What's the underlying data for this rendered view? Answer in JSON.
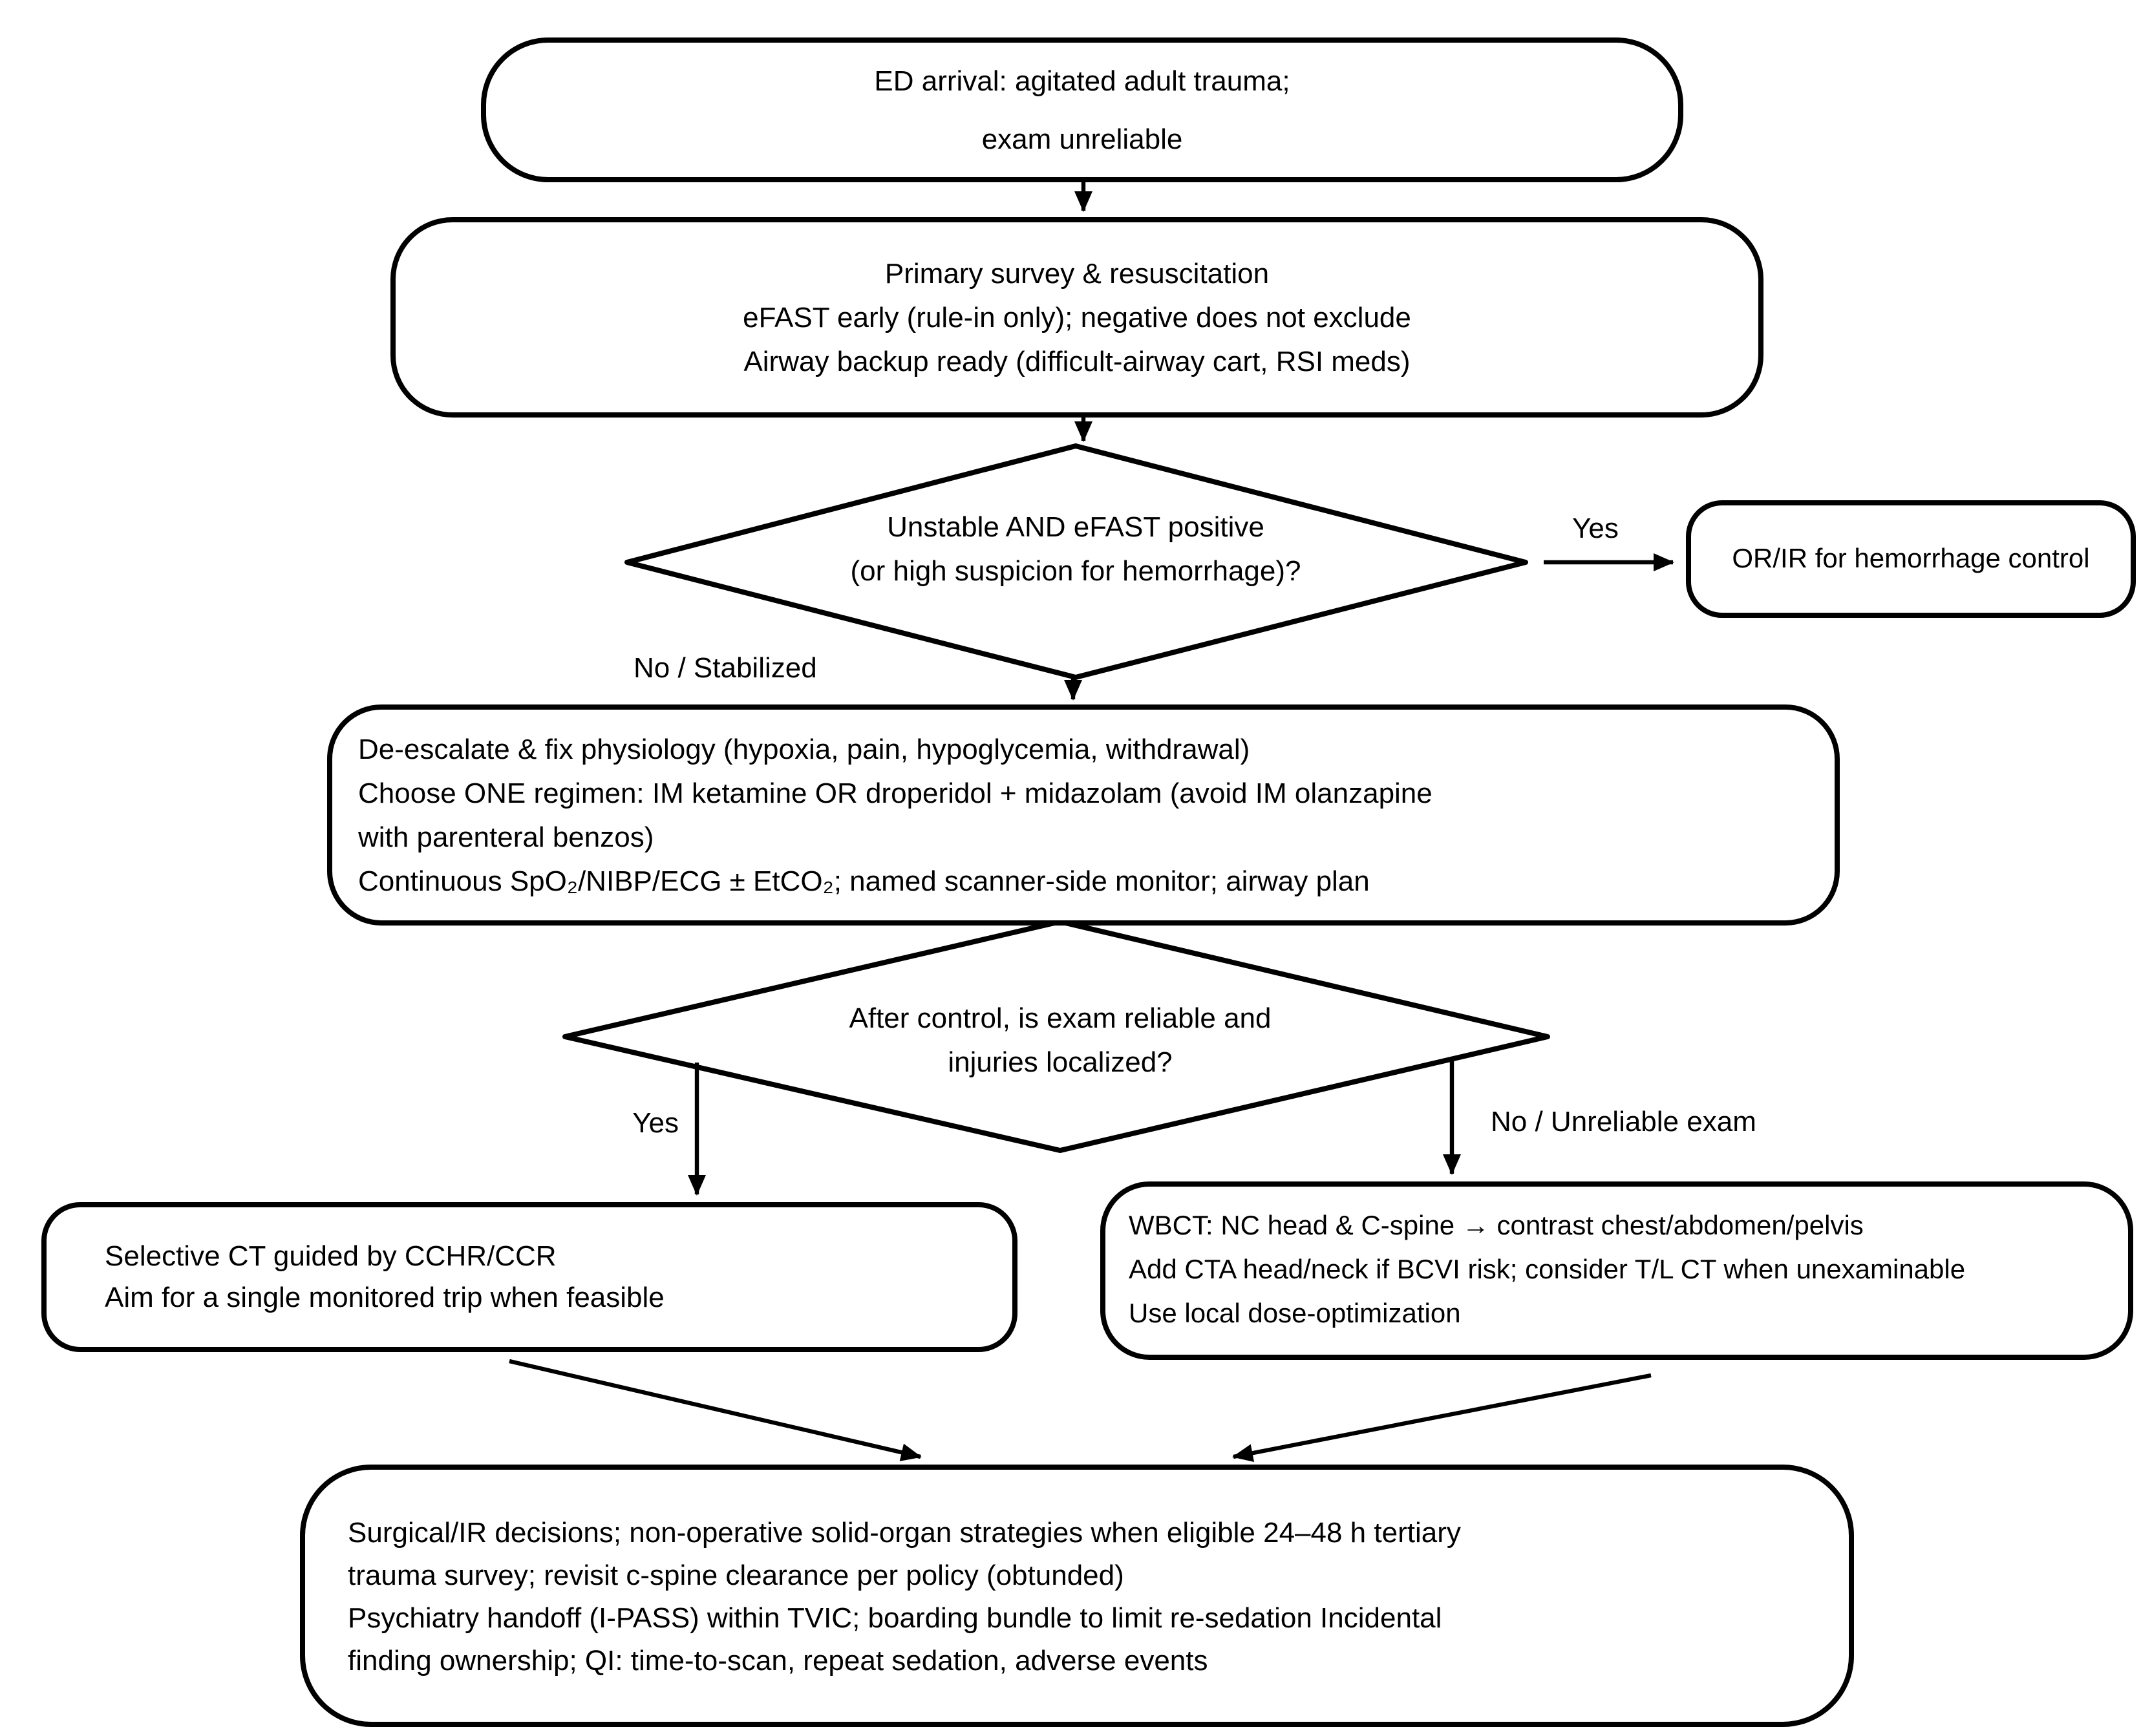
{
  "flowchart": {
    "colors": {
      "line": "#000000",
      "text": "#000000",
      "background": "#ffffff"
    },
    "nodes": {
      "start": {
        "lines": [
          "ED arrival: agitated adult trauma;",
          "exam unreliable"
        ]
      },
      "primary_survey": {
        "lines": [
          "Primary survey & resuscitation",
          "eFAST early (rule-in only); negative does not exclude",
          "Airway backup ready (difficult-airway cart, RSI meds)"
        ]
      },
      "decision_unstable": {
        "lines": [
          "Unstable AND eFAST positive",
          "(or high suspicion for hemorrhage)?"
        ]
      },
      "or_ir": {
        "lines": [
          "OR/IR for hemorrhage control"
        ]
      },
      "deescalate": {
        "lines": [
          "De-escalate & fix physiology (hypoxia, pain, hypoglycemia, withdrawal)",
          "Choose ONE regimen: IM ketamine OR droperidol + midazolam (avoid IM olanzapine",
          "with parenteral benzos)",
          "Continuous SpO₂/NIBP/ECG ± EtCO₂; named scanner-side monitor; airway plan"
        ]
      },
      "decision_exam": {
        "lines": [
          "After control, is exam reliable and",
          "injuries localized?"
        ]
      },
      "selective_ct": {
        "lines": [
          "Selective CT guided by CCHR/CCR",
          "Aim for a single monitored trip when feasible"
        ]
      },
      "wbct": {
        "lines": [
          "WBCT: NC head & C-spine → contrast chest/abdomen/pelvis",
          "Add CTA head/neck if BCVI risk; consider T/L CT when unexaminable",
          "Use local dose-optimization"
        ]
      },
      "disposition": {
        "lines": [
          "Surgical/IR decisions; non-operative solid-organ strategies when eligible 24–48 h tertiary",
          "trauma survey; revisit c-spine clearance per policy (obtunded)",
          "Psychiatry handoff (I-PASS) within TVIC; boarding bundle to limit re-sedation Incidental",
          "finding ownership; QI: time-to-scan, repeat sedation, adverse events"
        ]
      }
    },
    "edge_labels": {
      "yes_hemorrhage": "Yes",
      "no_stabilized": "No / Stabilized",
      "yes_exam": "Yes",
      "no_unreliable": "No / Unreliable exam"
    }
  }
}
